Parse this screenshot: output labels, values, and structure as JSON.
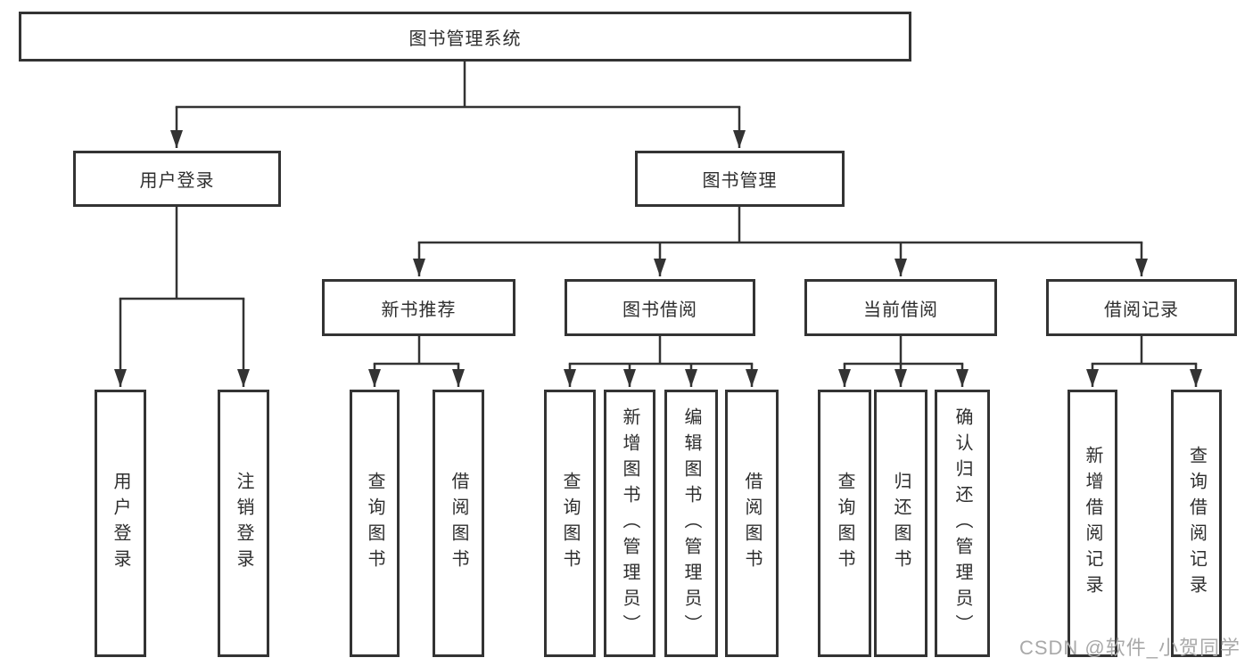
{
  "nodes": {
    "root": "图书管理系统",
    "user_login": "用户登录",
    "book_management": "图书管理",
    "new_book_recommend": "新书推荐",
    "book_borrowing": "图书借阅",
    "current_borrowing": "当前借阅",
    "borrowing_records": "借阅记录",
    "leaf_user_login": "用户登录",
    "leaf_logout": "注销登录",
    "leaf_nb_query_books": "查询图书",
    "leaf_nb_borrow_books": "借阅图书",
    "leaf_bb_query_books": "查询图书",
    "leaf_bb_add_books": "新增图书（管理员）",
    "leaf_bb_edit_books": "编辑图书（管理员）",
    "leaf_bb_borrow_books": "借阅图书",
    "leaf_cb_query_books": "查询图书",
    "leaf_cb_return_books": "归还图书",
    "leaf_cb_confirm_return": "确认归还（管理员）",
    "leaf_br_add_record": "新增借阅记录",
    "leaf_br_query_record": "查询借阅记录"
  },
  "watermark": "CSDN @软件_小贺同学",
  "colors": {
    "line": "#333333",
    "box_background": "#ffffff",
    "watermark": "#a9a9a9"
  }
}
